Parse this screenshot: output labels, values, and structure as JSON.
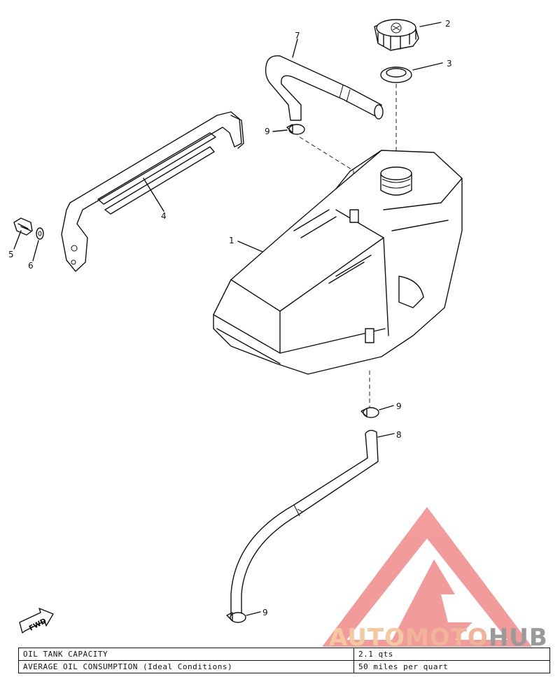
{
  "callouts": [
    {
      "key": "c1",
      "text": "1"
    },
    {
      "key": "c2",
      "text": "2"
    },
    {
      "key": "c3",
      "text": "3"
    },
    {
      "key": "c4",
      "text": "4"
    },
    {
      "key": "c5",
      "text": "5"
    },
    {
      "key": "c6",
      "text": "6"
    },
    {
      "key": "c7",
      "text": "7"
    },
    {
      "key": "c8",
      "text": "8"
    },
    {
      "key": "c9a",
      "text": "9"
    },
    {
      "key": "c9b",
      "text": "9"
    },
    {
      "key": "c9c",
      "text": "9"
    }
  ],
  "fwd_marker": "FWD",
  "spec_table": {
    "rows": [
      {
        "label": "OIL TANK CAPACITY",
        "value": "2.1 qts"
      },
      {
        "label": "AVERAGE OIL CONSUMPTION (Ideal Conditions)",
        "value": "50 miles per quart"
      }
    ]
  },
  "watermark": {
    "part_a": "AUTO",
    "part_b": "MOTO",
    "part_c": "HUB",
    "logo_color": "#e94b4b"
  }
}
